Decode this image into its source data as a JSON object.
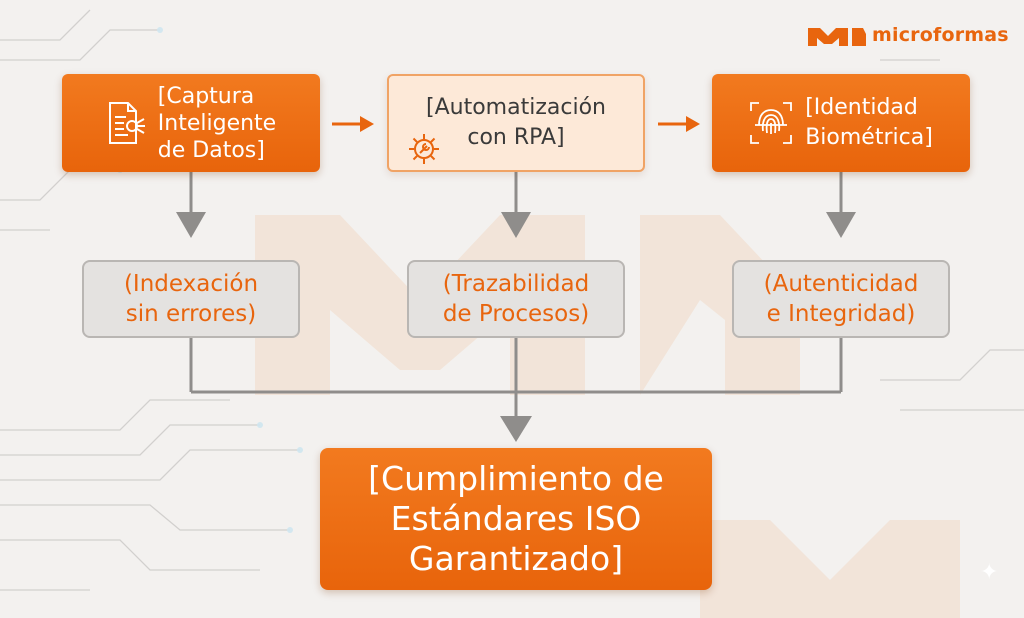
{
  "brand": {
    "name": "microformas",
    "accent": "#e8650e",
    "light_accent": "#fde9d8",
    "box_gray": "#e4e2e0",
    "line_gray": "#8f8d8b"
  },
  "top_boxes": [
    {
      "label": "[Captura\nInteligente\nde Datos]",
      "icon": "document-data-icon",
      "style": "orange"
    },
    {
      "label": "[Automatización\ncon RPA]",
      "icon": "gear-wrench-icon",
      "style": "peach"
    },
    {
      "label": "[Identidad\nBiométrica]",
      "icon": "fingerprint-scan-icon",
      "style": "orange"
    }
  ],
  "middle_boxes": [
    {
      "label": "(Indexación\nsin errores)"
    },
    {
      "label": "(Trazabilidad\nde Procesos)"
    },
    {
      "label": "(Autenticidad\ne Integridad)"
    }
  ],
  "result_box": {
    "label": "[Cumplimiento de\nEstándares ISO\nGarantizado]"
  },
  "connectors": {
    "horizontal_arrows": "right-arrow-icon",
    "vertical_arrows": "down-arrow-icon"
  }
}
